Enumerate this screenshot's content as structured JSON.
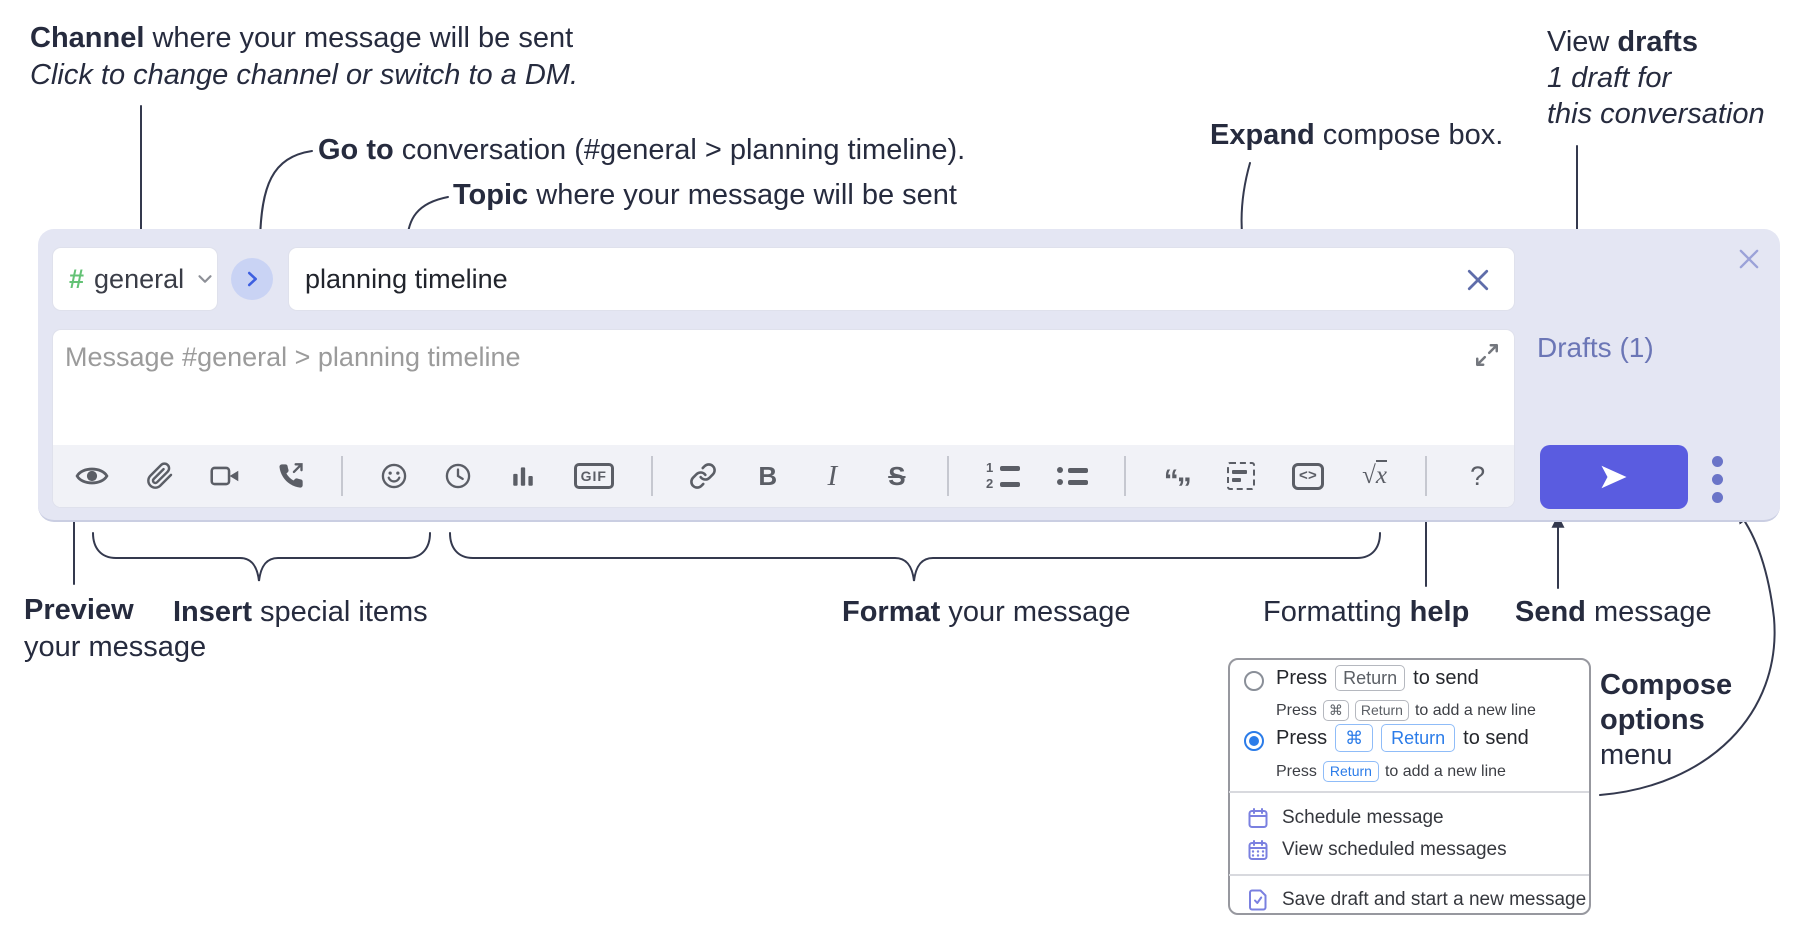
{
  "colors": {
    "compose_bg": "#e4e6f3",
    "send_button": "#5a5ce0",
    "hash_green": "#63c275",
    "drafts_link": "#6b76b6",
    "radio_selected": "#2b7ce9",
    "keycap_blue": "#2b7ce9",
    "menu_icon": "#7a80e0",
    "jump_button_bg": "#c9d3f4",
    "annotation_text": "#262b3e",
    "toolbar_icon": "#5b5e66"
  },
  "annotations": {
    "channel": {
      "bold": "Channel",
      "rest": " where your message will be sent",
      "sub": "Click to change channel or switch to a DM."
    },
    "goto": {
      "bold": "Go to",
      "rest": " conversation (#general > planning timeline)."
    },
    "topic": {
      "bold": "Topic",
      "rest": " where your message will be sent"
    },
    "expand": {
      "bold": "Expand",
      "rest": " compose box."
    },
    "drafts": {
      "pre": "View ",
      "bold": "drafts",
      "line2": "1 draft for",
      "line3": "this conversation"
    },
    "preview": {
      "bold": "Preview",
      "line2": "your message"
    },
    "insert": {
      "bold": "Insert",
      "rest": " special items"
    },
    "format": {
      "bold": "Format",
      "rest": " your message"
    },
    "help": {
      "pre": "Formatting ",
      "bold": "help"
    },
    "send": {
      "bold": "Send",
      "rest": " message"
    },
    "compose_options": {
      "line1": "Compose",
      "line2": "options",
      "line3": "menu"
    }
  },
  "compose": {
    "channel": {
      "hash": "#",
      "name": "general"
    },
    "topic": {
      "value": "planning timeline"
    },
    "message_placeholder": "Message #general > planning timeline",
    "drafts_label": "Drafts (1)",
    "toolbar": {
      "icons": [
        "preview",
        "attach-file",
        "start-video-call",
        "start-voice-call",
        "emoji",
        "add-global-time",
        "add-poll",
        "add-gif",
        "link",
        "bold",
        "italic",
        "strikethrough",
        "numbered-list",
        "bulleted-list",
        "quote",
        "spoiler",
        "code",
        "math",
        "help"
      ],
      "gif": "GIF",
      "bold": "B",
      "italic": "I",
      "strike": "S",
      "ol_1": "1",
      "ol_2": "2",
      "quote_open": "“",
      "quote_close": "”",
      "code_glyph": "<>",
      "math_sqrt": "√",
      "math_x": "x",
      "help": "?"
    }
  },
  "options_menu": {
    "row1": {
      "press": "Press",
      "key": "Return",
      "suffix": "to send",
      "sub_press": "Press",
      "sub_key1": "⌘",
      "sub_key2": "Return",
      "sub_suffix": "to add a new line"
    },
    "row2": {
      "press": "Press",
      "key1": "⌘",
      "key2": "Return",
      "suffix": "to send",
      "sub_press": "Press",
      "sub_key": "Return",
      "sub_suffix": "to add a new line"
    },
    "items": [
      "Schedule message",
      "View scheduled messages",
      "Save draft and start a new message"
    ]
  }
}
